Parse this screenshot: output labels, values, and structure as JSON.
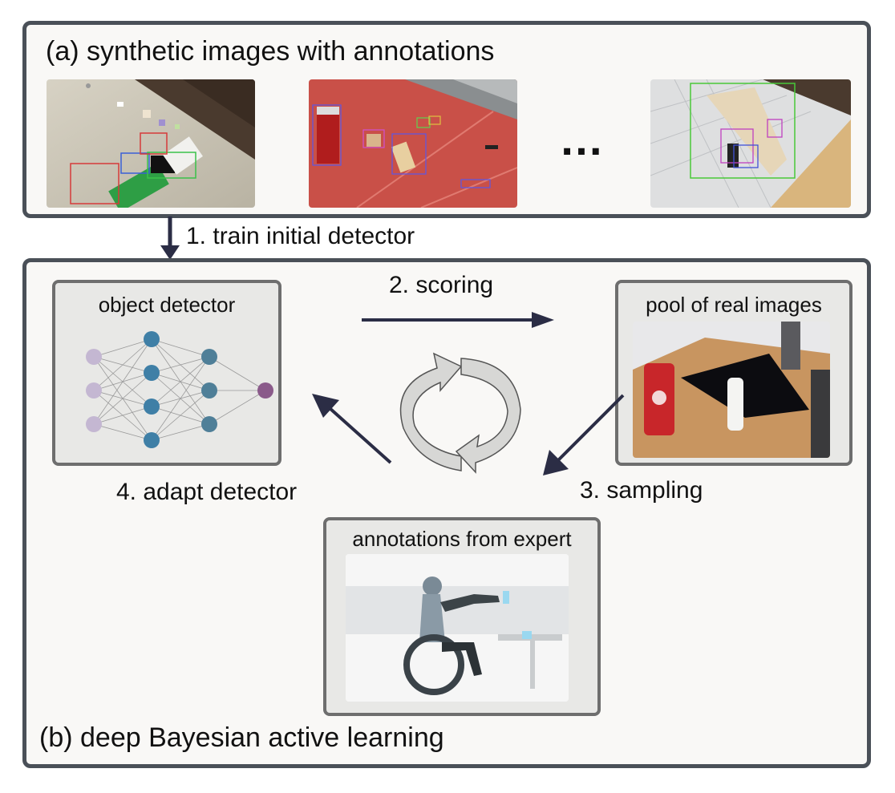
{
  "panel_a": {
    "title": "(a) synthetic images with annotations",
    "ellipsis": "…",
    "images": [
      {
        "label": "synthetic-image-1"
      },
      {
        "label": "synthetic-image-2"
      },
      {
        "label": "synthetic-image-3"
      }
    ]
  },
  "step1": {
    "label": "1. train initial detector"
  },
  "panel_b": {
    "title": "(b) deep Bayesian active learning",
    "object_detector": {
      "title": "object detector"
    },
    "pool": {
      "title": "pool of real images"
    },
    "annotations": {
      "title": "annotations from expert"
    },
    "step2": "2. scoring",
    "step3": "3. sampling",
    "step4": "4. adapt detector"
  },
  "colors": {
    "frame": "#4a5058",
    "arrow": "#2b2d45",
    "node_input": "#c4b7d2",
    "node_hidden": "#3f7fa6",
    "node_hidden2": "#4f7f98",
    "node_output": "#8a5a8a"
  }
}
